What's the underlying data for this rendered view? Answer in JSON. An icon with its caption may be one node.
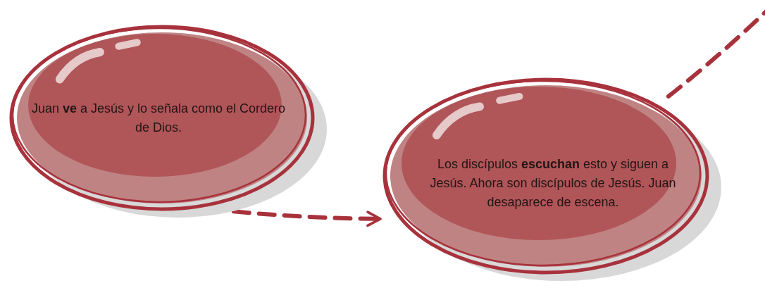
{
  "diagram": {
    "nodes": [
      {
        "text": [
          "Juan **ve** a Jesús y lo señala como el Cordero de Dios."
        ]
      },
      {
        "text": [
          "Los discípulos **escuchan** esto y siguen a Jesús. Ahora son discípulos de Jesús. Juan desaparece de escena."
        ]
      }
    ],
    "edges": [
      {
        "from": 0,
        "to": 1,
        "arrow": "to",
        "style": "dashed"
      },
      {
        "from": 1,
        "to": null,
        "arrow": "none",
        "style": "dashed"
      }
    ]
  }
}
